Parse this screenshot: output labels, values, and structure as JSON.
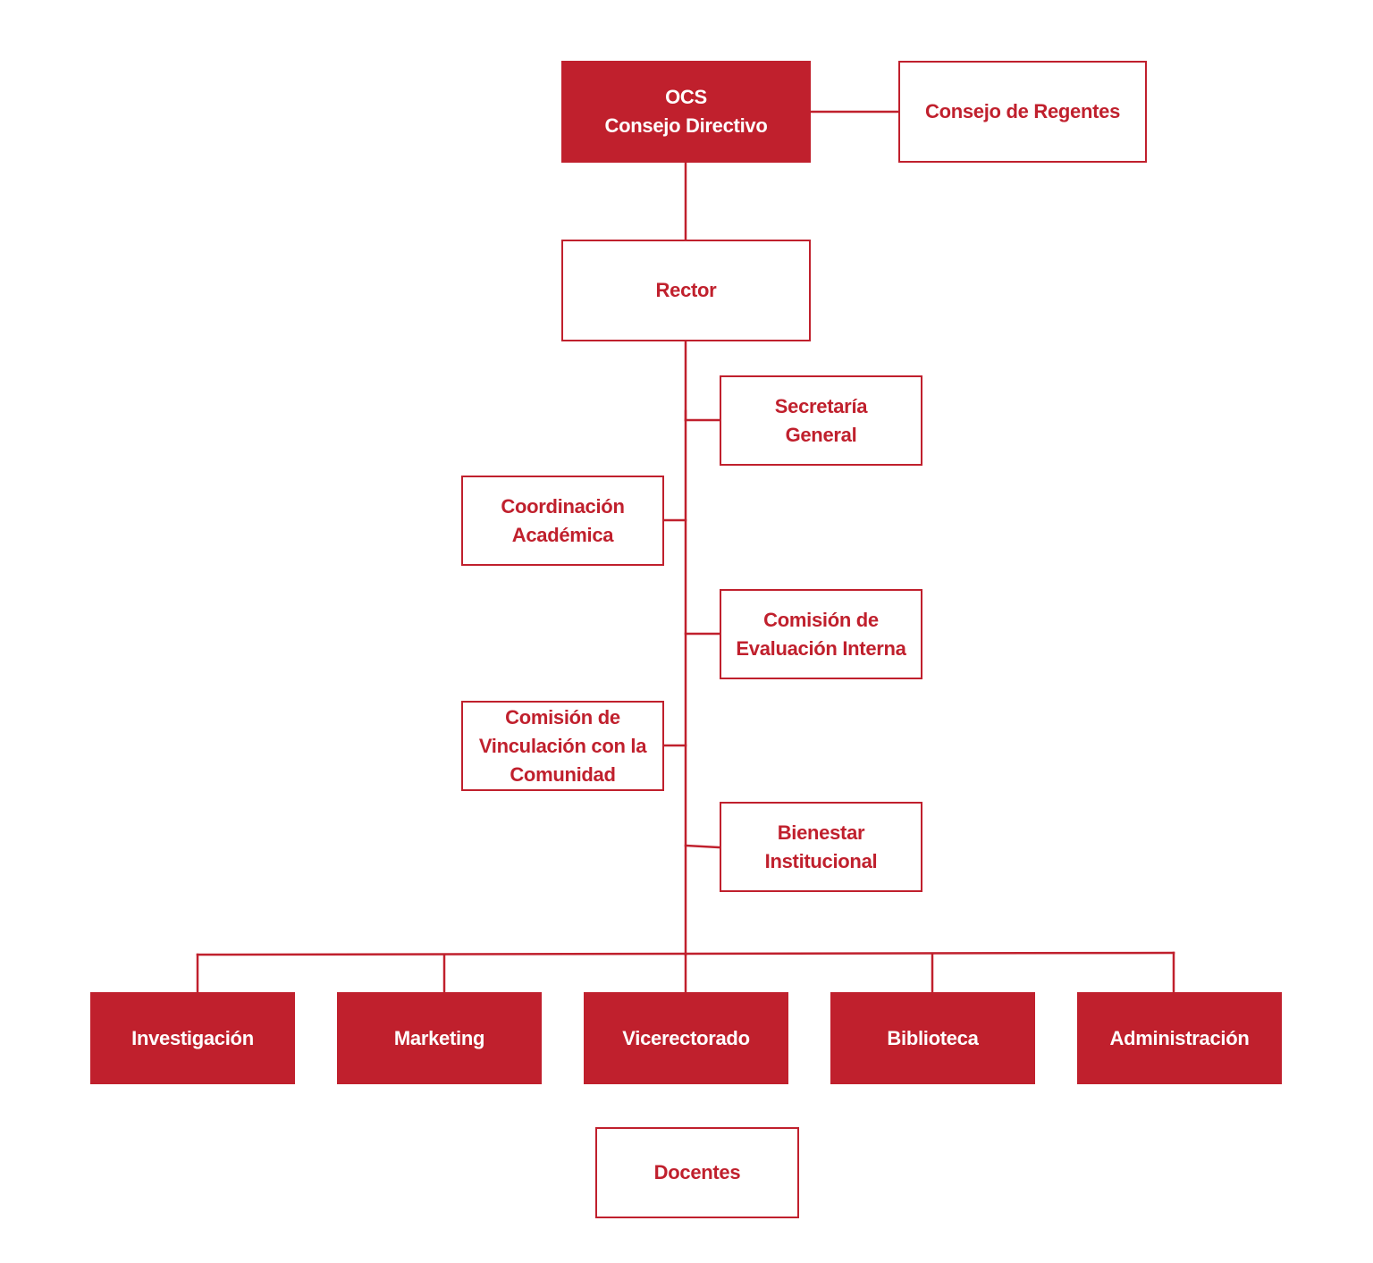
{
  "colors": {
    "accent": "#c0202d",
    "background": "#ffffff",
    "filled_text": "#ffffff"
  },
  "nodes": {
    "ocs": "OCS\nConsejo Directivo",
    "consejo_regentes": "Consejo de Regentes",
    "rector": "Rector",
    "secretaria_general": "Secretaría\nGeneral",
    "coordinacion_academica": "Coordinación\nAcadémica",
    "comision_evaluacion": "Comisión de\nEvaluación Interna",
    "comision_vinculacion": "Comisión de\nVinculación con la\nComunidad",
    "bienestar": "Bienestar\nInstitucional",
    "investigacion": "Investigación",
    "marketing": "Marketing",
    "vicerectorado": "Vicerectorado",
    "biblioteca": "Biblioteca",
    "administracion": "Administración",
    "docentes": "Docentes"
  }
}
